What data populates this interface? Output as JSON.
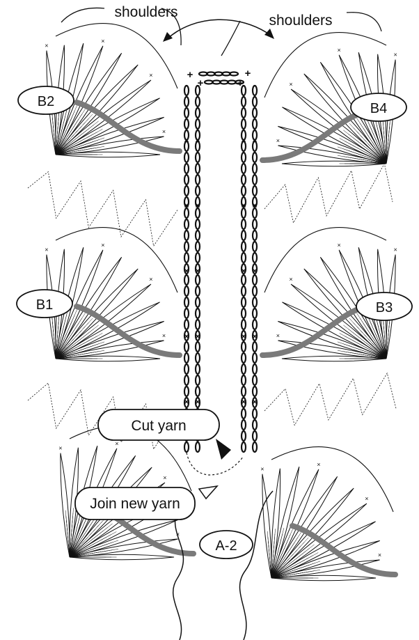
{
  "diagram": {
    "labels": {
      "shoulders_left": "shoulders",
      "shoulders_right": "shoulders",
      "b2": "B2",
      "b4": "B4",
      "b1": "B1",
      "b3": "B3",
      "a2": "A-2",
      "cut_yarn": "Cut yarn",
      "join_new_yarn": "Join new yarn"
    },
    "symbols": {
      "single_crochet": "×",
      "slip_stitch": "+",
      "chain": "o"
    },
    "colors": {
      "ink": "#111111",
      "band": "#7a7a7a",
      "background": "#ffffff"
    }
  }
}
